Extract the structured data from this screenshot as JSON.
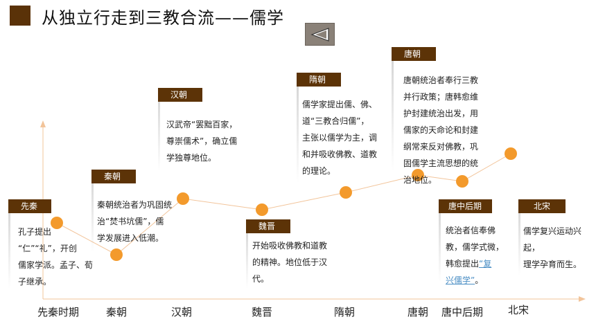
{
  "header": {
    "title": "从独立行走到三教合流——儒学"
  },
  "nav": {
    "back_icon": "triangle-left-icon"
  },
  "colors": {
    "accent": "#5c3307",
    "dot": "#f39a2c",
    "line": "#f2c49a"
  },
  "periods": [
    {
      "id": "xianqin",
      "axis_label": "先秦时期",
      "name": "先秦",
      "text": "孔子提出\n“仁”“礼”，开创\n儒家学派。孟子、荀\n子继承。"
    },
    {
      "id": "qin",
      "axis_label": "秦朝",
      "name": "秦朝",
      "text": "秦朝统治者为巩固统\n治“焚书坑儒”，儒\n学发展进入低潮。"
    },
    {
      "id": "han",
      "axis_label": "汉朝",
      "name": "汉朝",
      "text": "汉武帝“罢黜百家，\n尊崇儒术”，确立儒\n学独尊地位。"
    },
    {
      "id": "weijin",
      "axis_label": "魏晋",
      "name": "魏晋",
      "text": "开始吸收佛教和道教\n的精神。地位低于汉\n代。"
    },
    {
      "id": "sui",
      "axis_label": "隋朝",
      "name": "隋朝",
      "text": "儒学家提出儒、佛、\n道“三教合归儒”，\n主张以儒学为主，调\n和并吸收佛教、道教\n的理论。"
    },
    {
      "id": "tang",
      "axis_label": "唐朝",
      "name": "唐朝",
      "text": "唐朝统治者奉行三教\n并行政策；唐韩愈维\n护封建统治出发，用\n儒家的天命论和封建\n纲常来反对佛教，巩\n固儒学主流思想的统\n治地位。"
    },
    {
      "id": "zhongtang",
      "axis_label": "唐中后期",
      "name": "唐中后期",
      "text": "统治者信奉佛\n教，儒学式微，\n韩愈提出",
      "link_text": "“复\n兴儒学”",
      "text_after": "。"
    },
    {
      "id": "beisong",
      "axis_label": "北宋",
      "name": "北宋",
      "text": "儒学复兴运动兴起，\n理学孕育而生。"
    }
  ]
}
